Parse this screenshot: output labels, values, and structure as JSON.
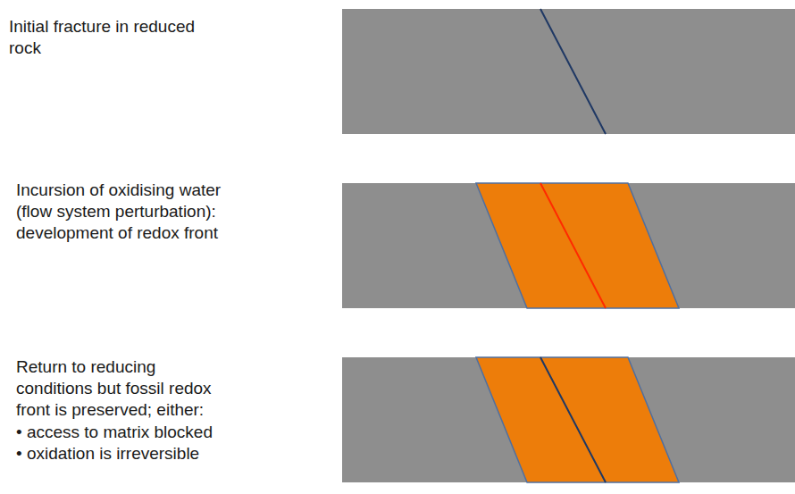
{
  "diagram": {
    "labels": [
      "Initial fracture in reduced rock",
      "Incursion of oxidising water (flow system perturbation): development of redox front",
      "Return to reducing conditions but fossil redox front is preserved; either:",
      "• access to matrix blocked",
      "• oxidation is irreversible"
    ]
  }
}
